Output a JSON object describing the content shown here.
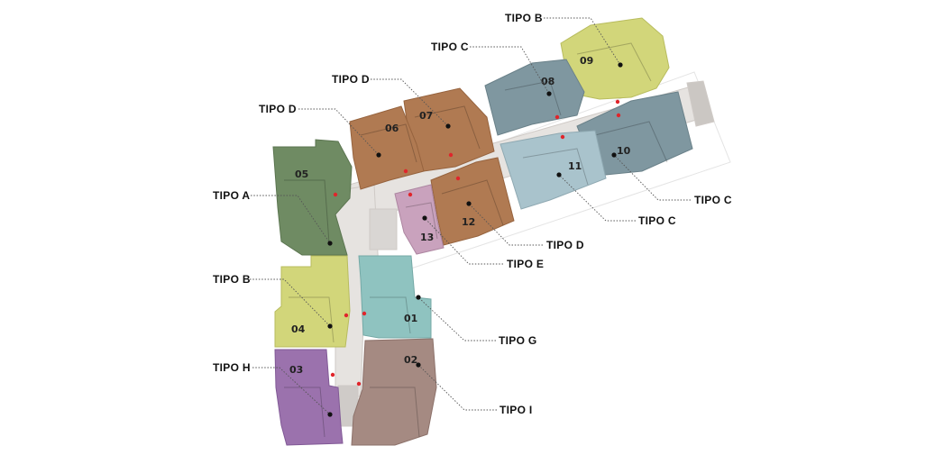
{
  "colors": {
    "tipo_a": "#6f8b63",
    "tipo_b": "#d2d67a",
    "tipo_c_dark": "#7f97a0",
    "tipo_c_light": "#a9c3cc",
    "tipo_d": "#b07a52",
    "tipo_e": "#c9a2bd",
    "tipo_g": "#8fc3c0",
    "tipo_h": "#9b72ad",
    "tipo_i": "#a58a82",
    "corridor": "#e6e3e0",
    "access_dot": "#e0252b",
    "marker_dot": "#111111"
  },
  "units": [
    {
      "number": "01",
      "type": "TIPO G"
    },
    {
      "number": "02",
      "type": "TIPO I"
    },
    {
      "number": "03",
      "type": "TIPO H"
    },
    {
      "number": "04",
      "type": "TIPO B"
    },
    {
      "number": "05",
      "type": "TIPO A"
    },
    {
      "number": "06",
      "type": "TIPO D"
    },
    {
      "number": "07",
      "type": "TIPO D"
    },
    {
      "number": "08",
      "type": "TIPO C"
    },
    {
      "number": "09",
      "type": "TIPO B"
    },
    {
      "number": "10",
      "type": "TIPO C"
    },
    {
      "number": "11",
      "type": "TIPO C"
    },
    {
      "number": "12",
      "type": "TIPO D"
    },
    {
      "number": "13",
      "type": "TIPO E"
    }
  ],
  "type_labels": [
    "TIPO B",
    "TIPO C",
    "TIPO D",
    "TIPO D",
    "TIPO A",
    "TIPO B",
    "TIPO H",
    "TIPO C",
    "TIPO C",
    "TIPO D",
    "TIPO E",
    "TIPO G",
    "TIPO I"
  ]
}
